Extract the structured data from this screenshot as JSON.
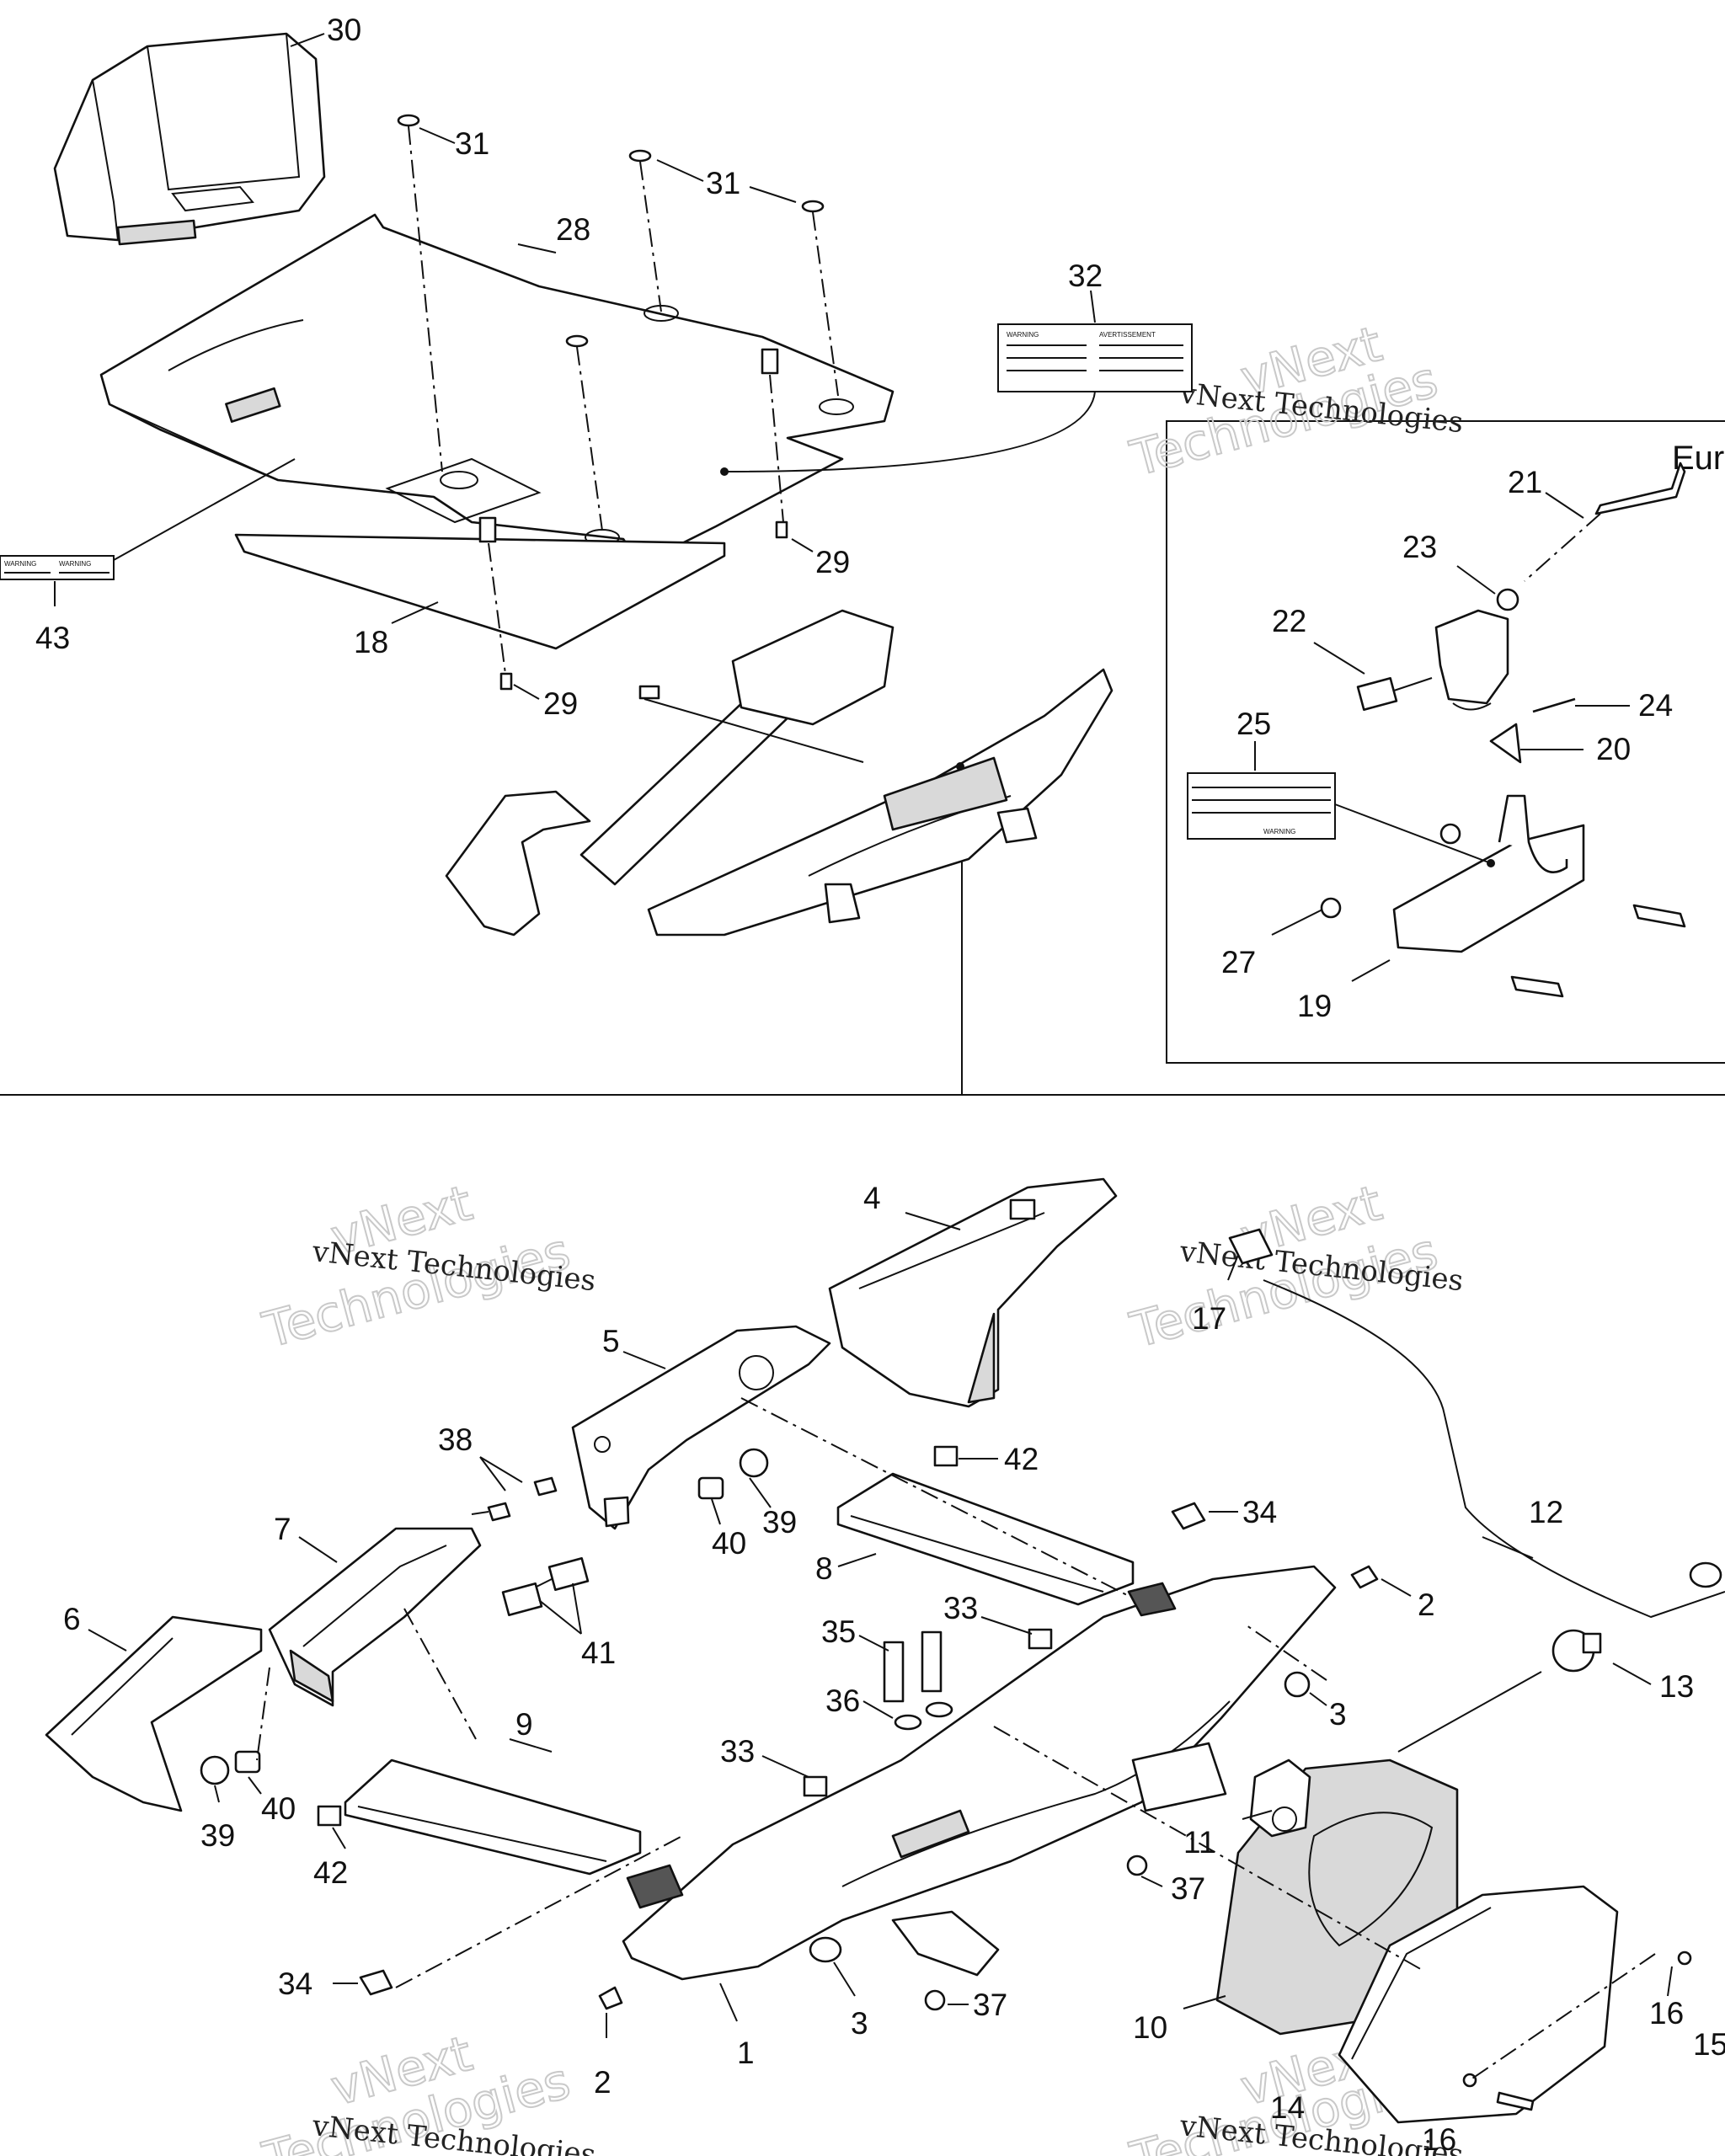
{
  "callouts": {
    "c1": "1",
    "c2a": "2",
    "c2b": "2",
    "c3a": "3",
    "c3b": "3",
    "c4": "4",
    "c5": "5",
    "c6": "6",
    "c7": "7",
    "c8": "8",
    "c9": "9",
    "c10": "10",
    "c11": "11",
    "c12": "12",
    "c13": "13",
    "c14": "14",
    "c15": "15",
    "c16a": "16",
    "c16b": "16",
    "c17": "17",
    "c18": "18",
    "c19": "19",
    "c20": "20",
    "c21": "21",
    "c22": "22",
    "c23": "23",
    "c24": "24",
    "c25": "25",
    "c27": "27",
    "c28": "28",
    "c29a": "29",
    "c29b": "29",
    "c30": "30",
    "c31a": "31",
    "c31b": "31",
    "c32": "32",
    "c33a": "33",
    "c33b": "33",
    "c34a": "34",
    "c34b": "34",
    "c35": "35",
    "c36": "36",
    "c37a": "37",
    "c37b": "37",
    "c38": "38",
    "c39a": "39",
    "c39b": "39",
    "c40a": "40",
    "c40b": "40",
    "c41": "41",
    "c42a": "42",
    "c42b": "42",
    "c43": "43"
  },
  "inset_region_label": "Eur",
  "watermark": {
    "line1": "vNext",
    "line2": "Technologies",
    "small": "vNext Technologies"
  },
  "warning_labels": {
    "label32_left": "WARNING",
    "label32_right": "AVERTISSEMENT",
    "label43_left": "WARNING",
    "label43_right": "WARNING",
    "label25_title": "WARNING"
  },
  "colors": {
    "ink": "#111111",
    "watermark": "#c9c9c9",
    "background": "#ffffff"
  }
}
